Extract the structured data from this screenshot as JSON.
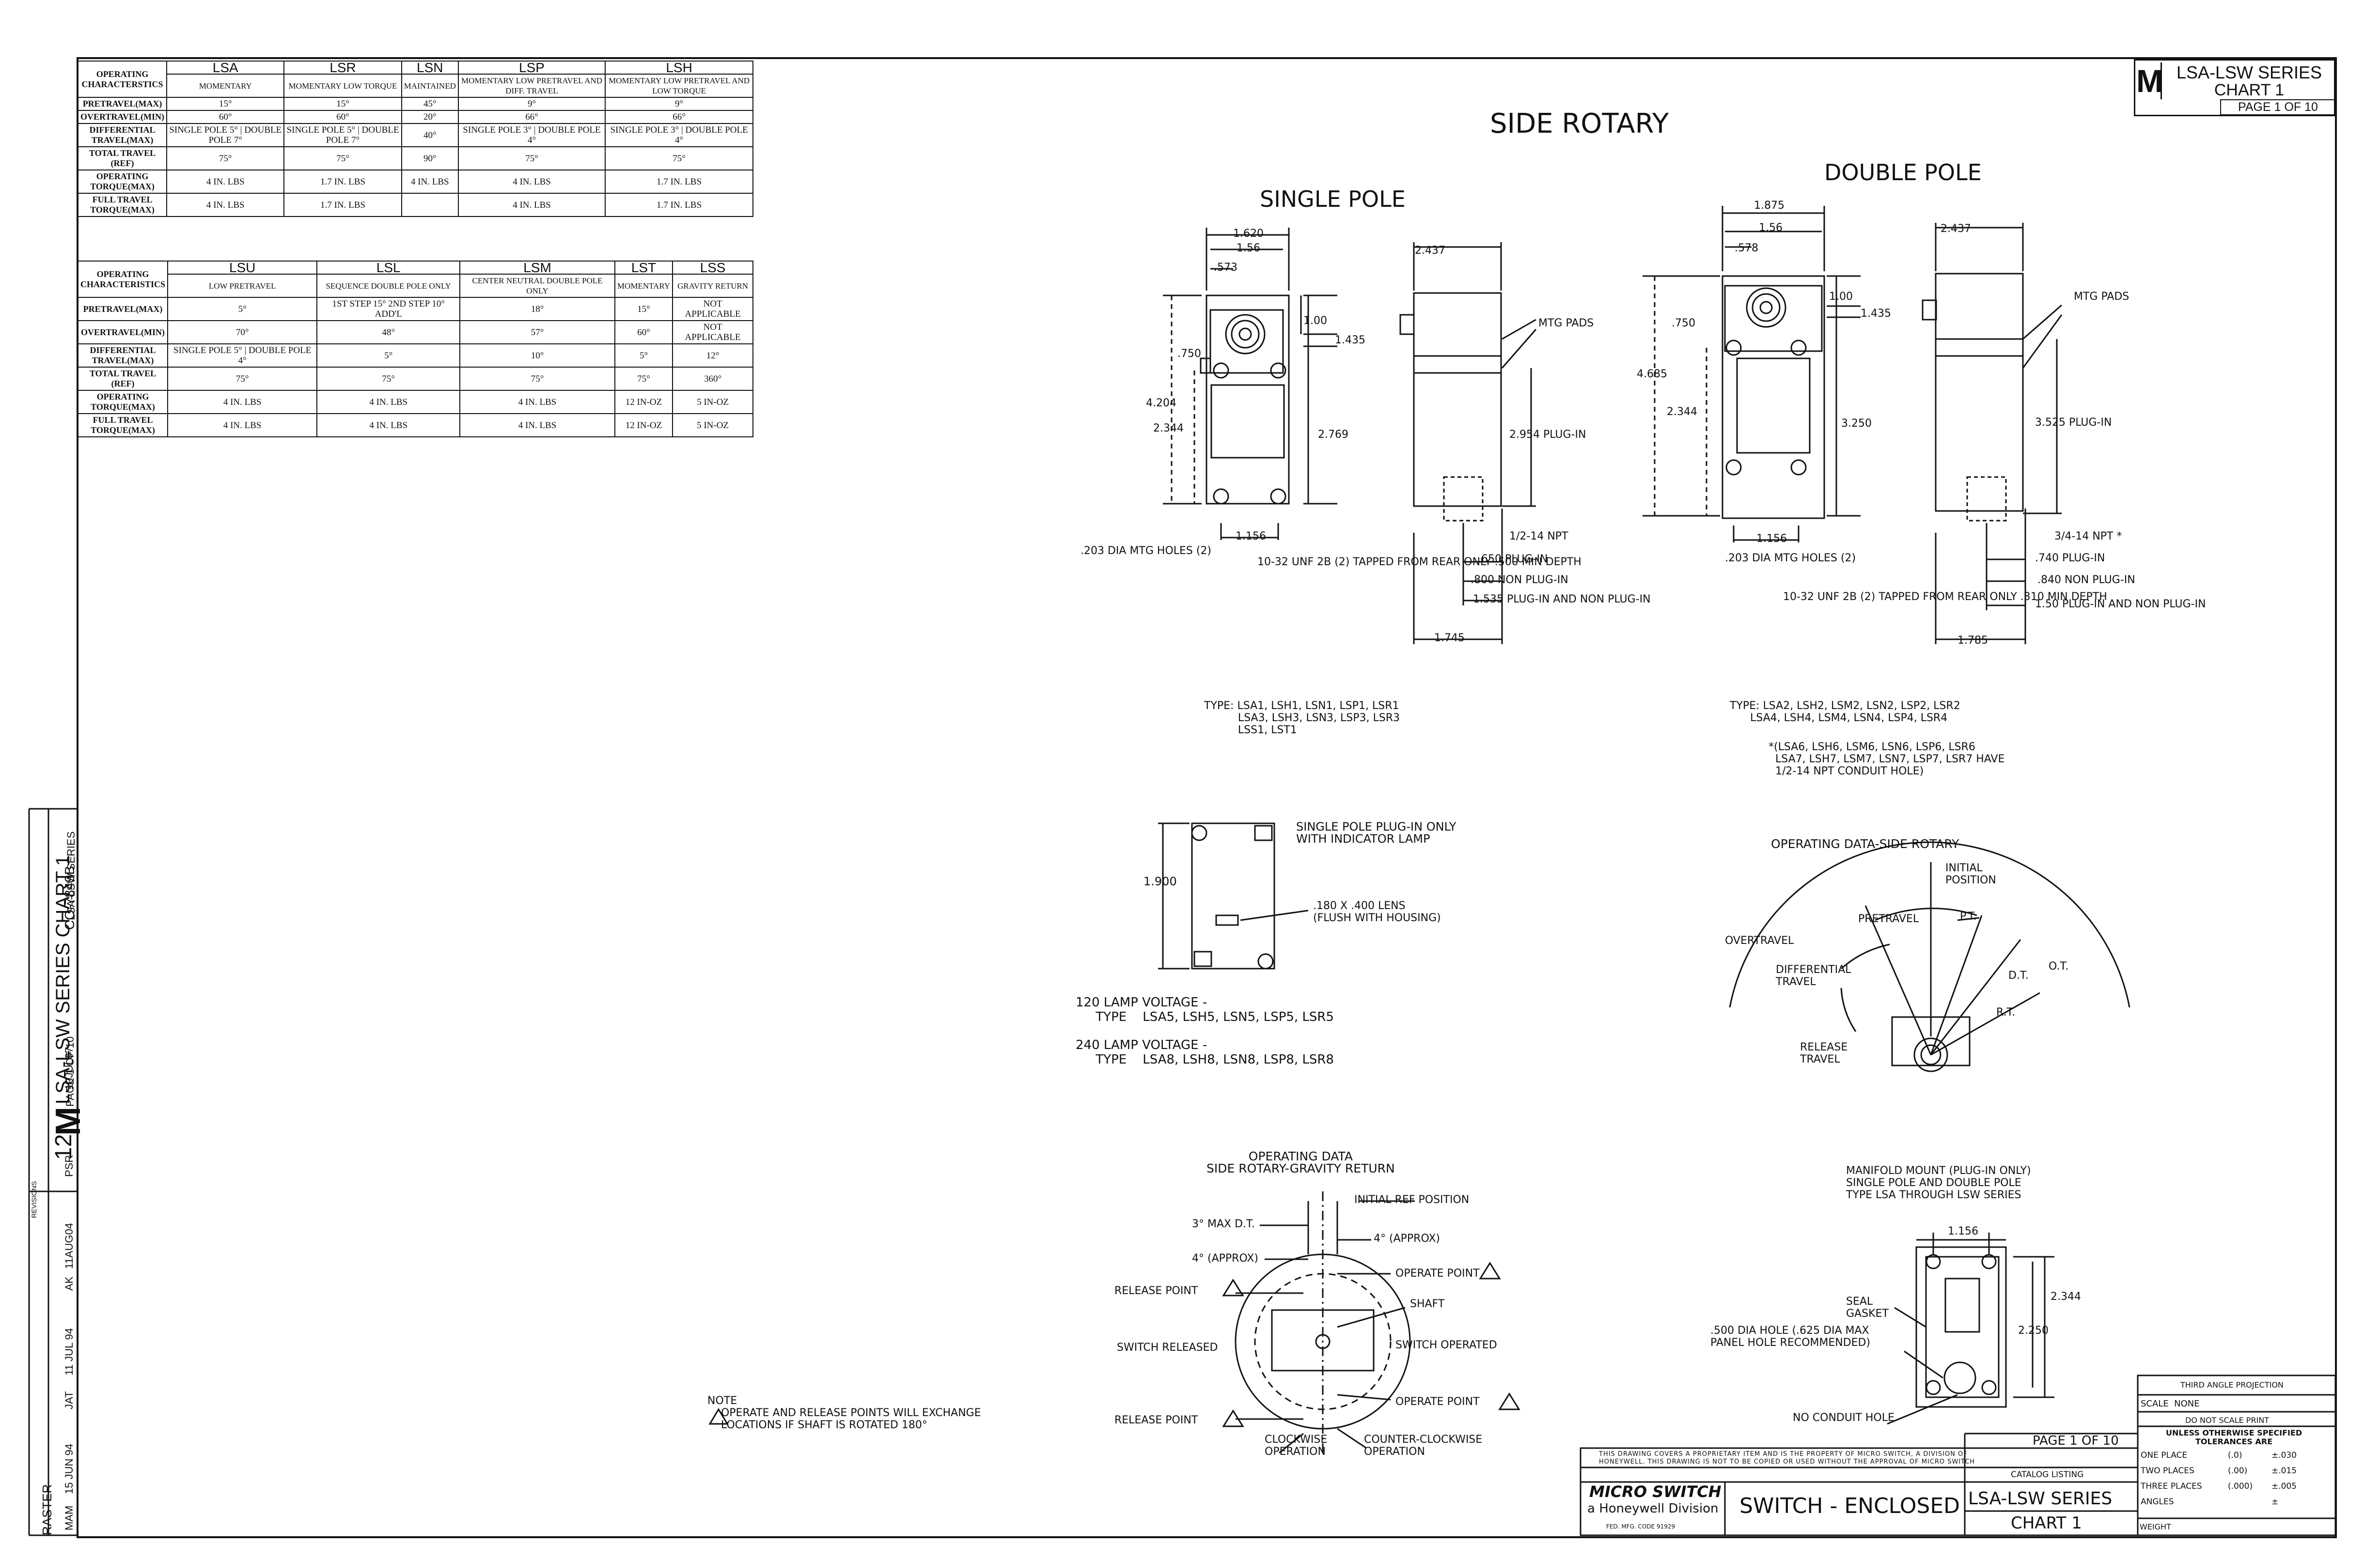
{
  "top_table_1": {
    "header_label": "OPERATING CHARACTERSTICS",
    "columns": [
      {
        "code": "LSA",
        "desc": "MOMENTARY"
      },
      {
        "code": "LSR",
        "desc": "MOMENTARY LOW TORQUE"
      },
      {
        "code": "LSN",
        "desc": "MAINTAINED"
      },
      {
        "code": "LSP",
        "desc": "MOMENTARY LOW PRETRAVEL AND DIFF. TRAVEL"
      },
      {
        "code": "LSH",
        "desc": "MOMENTARY LOW PRETRAVEL AND LOW TORQUE"
      }
    ],
    "rows": [
      {
        "label": "PRETRAVEL(MAX)",
        "cells": [
          "15°",
          "15°",
          "45°",
          "9°",
          "9°"
        ]
      },
      {
        "label": "OVERTRAVEL(MIN)",
        "cells": [
          "60°",
          "60°",
          "20°",
          "66°",
          "66°"
        ]
      },
      {
        "label": "DIFFERENTIAL TRAVEL(MAX)",
        "cells": [
          "SINGLE POLE 5° | DOUBLE POLE 7°",
          "SINGLE POLE 5° | DOUBLE POLE 7°",
          "40°",
          "SINGLE POLE 3° | DOUBLE POLE 4°",
          "SINGLE POLE 3° | DOUBLE POLE 4°"
        ]
      },
      {
        "label": "TOTAL TRAVEL (REF)",
        "cells": [
          "75°",
          "75°",
          "90°",
          "75°",
          "75°"
        ]
      },
      {
        "label": "OPERATING TORQUE(MAX)",
        "cells": [
          "4 IN. LBS",
          "1.7 IN. LBS",
          "4 IN. LBS",
          "4 IN. LBS",
          "1.7 IN. LBS"
        ]
      },
      {
        "label": "FULL TRAVEL TORQUE(MAX)",
        "cells": [
          "4 IN. LBS",
          "1.7 IN. LBS",
          "",
          "4 IN. LBS",
          "1.7 IN. LBS"
        ]
      }
    ]
  },
  "top_table_2": {
    "header_label": "OPERATING CHARACTERISTICS",
    "columns": [
      {
        "code": "LSU",
        "desc": "LOW PRETRAVEL"
      },
      {
        "code": "LSL",
        "desc": "SEQUENCE DOUBLE POLE ONLY"
      },
      {
        "code": "LSM",
        "desc": "CENTER NEUTRAL DOUBLE POLE ONLY"
      },
      {
        "code": "LST",
        "desc": "MOMENTARY"
      },
      {
        "code": "LSS",
        "desc": "GRAVITY RETURN"
      }
    ],
    "rows": [
      {
        "label": "PRETRAVEL(MAX)",
        "cells": [
          "5°",
          "1ST STEP 15° 2ND STEP 10° ADD'L",
          "18°",
          "15°",
          "NOT APPLICABLE"
        ]
      },
      {
        "label": "OVERTRAVEL(MIN)",
        "cells": [
          "70°",
          "48°",
          "57°",
          "60°",
          "NOT APPLICABLE"
        ]
      },
      {
        "label": "DIFFERENTIAL TRAVEL(MAX)",
        "cells": [
          "SINGLE POLE 5° | DOUBLE POLE 4°",
          "5°",
          "10°",
          "5°",
          "12°"
        ]
      },
      {
        "label": "TOTAL TRAVEL (REF)",
        "cells": [
          "75°",
          "75°",
          "75°",
          "75°",
          "360°"
        ]
      },
      {
        "label": "OPERATING TORQUE(MAX)",
        "cells": [
          "4 IN. LBS",
          "4 IN. LBS",
          "4 IN. LBS",
          "12 IN-OZ",
          "5 IN-OZ"
        ]
      },
      {
        "label": "FULL TRAVEL TORQUE(MAX)",
        "cells": [
          "4 IN. LBS",
          "4 IN. LBS",
          "4 IN. LBS",
          "12 IN-OZ",
          "5 IN-OZ"
        ]
      }
    ]
  },
  "header_box": {
    "logo": "M",
    "series": "LSA-LSW SERIES",
    "chart": "CHART 1",
    "page": "PAGE 1 OF 10"
  },
  "main_title": "SIDE ROTARY",
  "single_pole": {
    "title": "SINGLE POLE",
    "dims": [
      "1.620",
      "1.56",
      ".573",
      "1.00",
      "1.435",
      ".750",
      "4.204",
      "2.344",
      "2.769",
      "2.437",
      "MTG PADS",
      "2.954 PLUG-IN",
      "1.156",
      "1/2-14 NPT",
      ".650 PLUG-IN",
      ".800 NON PLUG-IN",
      "1.535 PLUG-IN AND NON PLUG-IN",
      "1.745",
      ".203 DIA MTG HOLES (2)",
      "10-32 UNF 2B (2) TAPPED FROM REAR ONLY .500 MIN DEPTH"
    ],
    "types": "TYPE: LSA1, LSH1, LSN1, LSP1, LSR1\n          LSA3, LSH3, LSN3, LSP3, LSR3\n          LSS1, LST1"
  },
  "double_pole": {
    "title": "DOUBLE POLE",
    "dims": [
      "1.875",
      "1.56",
      ".578",
      "1.00",
      "1.435",
      ".750",
      "4.685",
      "2.344",
      "3.250",
      "2.437",
      "MTG PADS",
      "3.525 PLUG-IN",
      "1.156",
      "3/4-14 NPT *",
      ".740 PLUG-IN",
      ".840 NON PLUG-IN",
      "1.50 PLUG-IN AND NON PLUG-IN",
      "1.785",
      ".203 DIA MTG HOLES (2)",
      "10-32 UNF 2B (2) TAPPED FROM REAR ONLY .310 MIN DEPTH"
    ],
    "types": "TYPE: LSA2, LSH2, LSM2, LSN2, LSP2, LSR2\n      LSA4, LSH4, LSM4, LSN4, LSP4, LSR4",
    "note": "*(LSA6, LSH6, LSM6, LSN6, LSP6, LSR6\n  LSA7, LSH7, LSM7, LSN7, LSP7, LSR7 HAVE\n  1/2-14 NPT CONDUIT HOLE)"
  },
  "lamp": {
    "title": "SINGLE POLE PLUG-IN ONLY\nWITH INDICATOR LAMP",
    "height": "1.900",
    "lens": ".180 X .400 LENS\n(FLUSH WITH HOUSING)",
    "v120": "120 LAMP VOLTAGE -\n     TYPE    LSA5, LSH5, LSN5, LSP5, LSR5",
    "v240": "240 LAMP VOLTAGE -\n     TYPE    LSA8, LSH8, LSN8, LSP8, LSR8"
  },
  "op_data": {
    "title": "OPERATING DATA-SIDE ROTARY",
    "labels": [
      "INITIAL\nPOSITION",
      "PRETRAVEL",
      "P.T.",
      "OVERTRAVEL",
      "O.T.",
      "DIFFERENTIAL\nTRAVEL",
      "D.T.",
      "R.T.",
      "RELEASE\nTRAVEL"
    ]
  },
  "gravity": {
    "title": "OPERATING DATA\nSIDE ROTARY-GRAVITY RETURN",
    "labels": [
      "INITIAL REF POSITION",
      "3° MAX D.T.",
      "4° (APPROX)",
      "4° (APPROX)",
      "OPERATE POINT",
      "RELEASE POINT",
      "SHAFT",
      "SWITCH RELEASED",
      "SWITCH OPERATED",
      "OPERATE POINT",
      "RELEASE POINT",
      "CLOCKWISE\nOPERATION",
      "COUNTER-CLOCKWISE\nOPERATION"
    ]
  },
  "manifold": {
    "title": "MANIFOLD MOUNT (PLUG-IN ONLY)\nSINGLE POLE AND DOUBLE POLE\nTYPE LSA THROUGH LSW SERIES",
    "labels": [
      "1.156",
      "2.344",
      "2.250",
      "SEAL\nGASKET",
      ".500 DIA HOLE (.625 DIA MAX\nPANEL HOLE RECOMMENDED)",
      "NO CONDUIT HOLE"
    ]
  },
  "note": "NOTE\n    OPERATE AND RELEASE POINTS WILL EXCHANGE\n    LOCATIONS IF SHAFT IS ROTATED 180°",
  "title_block": {
    "page": "PAGE 1 OF 10",
    "catalog_listing": "CATALOG LISTING",
    "proprietary": "THIS DRAWING COVERS A PROPRIETARY ITEM AND IS THE PROPERTY OF MICRO SWITCH, A DIVISION OF\nHONEYWELL. THIS DRAWING IS NOT TO BE COPIED OR USED WITHOUT THE APPROVAL OF MICRO SWITCH",
    "company": "MICRO SWITCH",
    "division": "a Honeywell Division",
    "fed_code": "FED. MFG. CODE 91929",
    "name": "SWITCH - ENCLOSED",
    "series": "LSA-LSW SERIES",
    "chart": "CHART 1",
    "projection": "THIRD ANGLE PROJECTION",
    "scale": "SCALE  NONE",
    "do_not_scale": "DO NOT SCALE PRINT",
    "tolerance_head": "UNLESS OTHERWISE SPECIFIED\nTOLERANCES ARE",
    "tolerances": [
      {
        "label": "ONE PLACE",
        "ex": "(.0)",
        "val": "±.030"
      },
      {
        "label": "TWO PLACES",
        "ex": "(.00)",
        "val": "±.015"
      },
      {
        "label": "THREE PLACES",
        "ex": "(.000)",
        "val": "±.005"
      },
      {
        "label": "ANGLES",
        "ex": "",
        "val": "±"
      }
    ],
    "weight": "WEIGHT"
  },
  "left_strip": {
    "raster": "RASTER",
    "issue": "12",
    "logo": "M",
    "series": "LSA-LSW SERIES CHART 1",
    "page": "PAGE 1 OF 10",
    "doc": "CO-7849B",
    "replaces": "LSA-LSW SERIES",
    "date1": "10JUL07",
    "by": "PSR",
    "revisions": "REVISIONS",
    "date2": "11AUG04",
    "date3": "11 JUL 94",
    "date4": "15 JUN 94",
    "by2": "AK",
    "by3": "JAT",
    "by4": "MAM"
  }
}
